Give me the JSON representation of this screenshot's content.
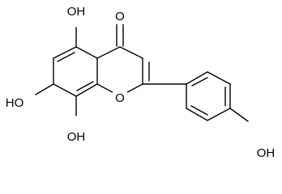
{
  "molecule": {
    "labels": {
      "carbonyl_o": "O",
      "ring_o": "O",
      "oh_c5": "OH",
      "oh_c7": "HO",
      "oh_c8": "OH",
      "oh_c4prime": "OH"
    },
    "colors": {
      "bond": "#000000",
      "text": "#000000",
      "background": "#ffffff"
    }
  }
}
